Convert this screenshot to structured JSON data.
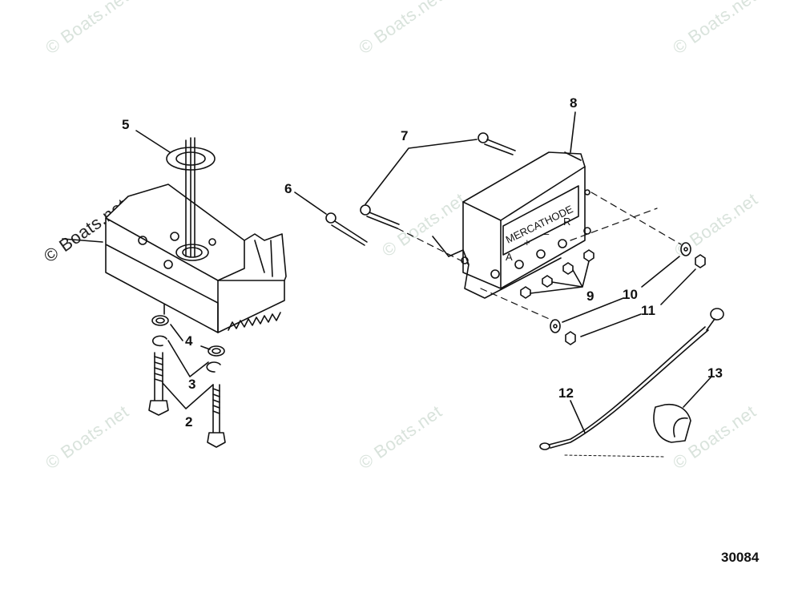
{
  "diagram": {
    "figure_number": "30084",
    "watermark_text": "© Boats.net",
    "callouts": [
      {
        "id": "2",
        "label": "2"
      },
      {
        "id": "3",
        "label": "3"
      },
      {
        "id": "4",
        "label": "4"
      },
      {
        "id": "5",
        "label": "5"
      },
      {
        "id": "6",
        "label": "6"
      },
      {
        "id": "7",
        "label": "7"
      },
      {
        "id": "8",
        "label": "8"
      },
      {
        "id": "9",
        "label": "9"
      },
      {
        "id": "10",
        "label": "10"
      },
      {
        "id": "11",
        "label": "11"
      },
      {
        "id": "12",
        "label": "12"
      },
      {
        "id": "13",
        "label": "13"
      }
    ],
    "controller": {
      "brand_label": "MERCATHODE",
      "terminal_a": "A",
      "terminal_plus": "+",
      "terminal_minus": "–",
      "terminal_r": "R"
    }
  }
}
